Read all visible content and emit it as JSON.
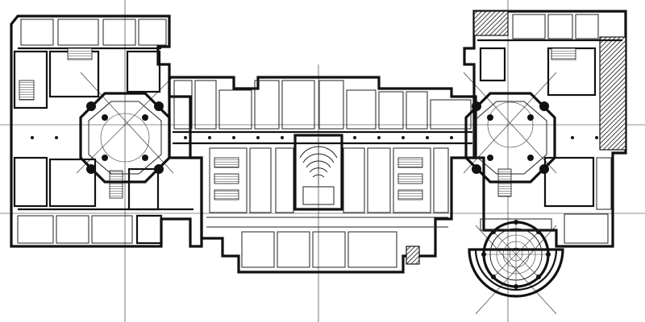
{
  "drawing": {
    "type": "architectural floor plan",
    "wings": [
      "west-wing",
      "central-corridor",
      "east-wing"
    ],
    "special_spaces": [
      "west-octagonal-hall",
      "east-octagonal-hall",
      "central-lecture-amphitheatre",
      "southeast-domed-rotunda"
    ],
    "ink_color": "#111111",
    "paper_color": "#ffffff"
  }
}
